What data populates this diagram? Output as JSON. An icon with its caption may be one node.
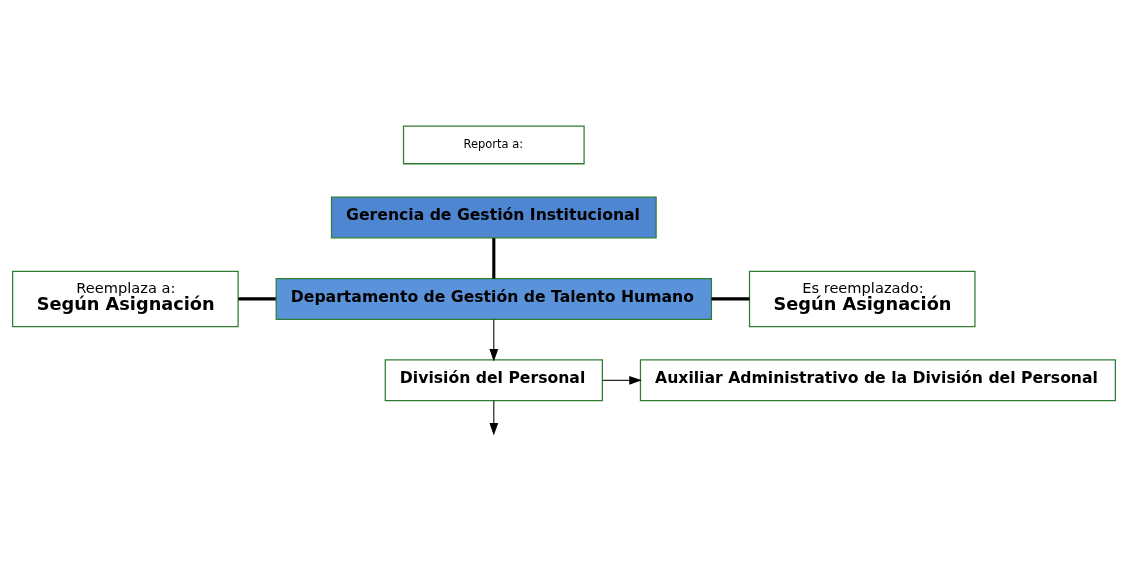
{
  "diagram": {
    "nodes": [
      {
        "text": [
          "Reporta a:"
        ]
      },
      {
        "text": [
          "Gerencia de Gestión Institucional"
        ]
      },
      {
        "text": [
          "Reemplaza a:",
          "Según Asignación"
        ]
      },
      {
        "text": [
          "Departamento de Gestión de Talento Humano"
        ]
      },
      {
        "text": [
          "Es reemplazado:",
          "Según Asignación"
        ]
      },
      {
        "text": [
          "División del Personal"
        ]
      },
      {
        "text": [
          "Auxiliar Administrativo de la División del Personal"
        ]
      }
    ],
    "edges": [
      {
        "from": 1,
        "to": 3,
        "arrow": "none",
        "style": "thick"
      },
      {
        "from": 2,
        "to": 3,
        "arrow": "none",
        "style": "thick"
      },
      {
        "from": 3,
        "to": 4,
        "arrow": "none",
        "style": "thick"
      },
      {
        "from": 3,
        "to": 5,
        "arrow": "to"
      },
      {
        "from": 5,
        "to": 6,
        "arrow": "to"
      },
      {
        "from": 5,
        "to": null,
        "arrow": "to"
      }
    ]
  }
}
